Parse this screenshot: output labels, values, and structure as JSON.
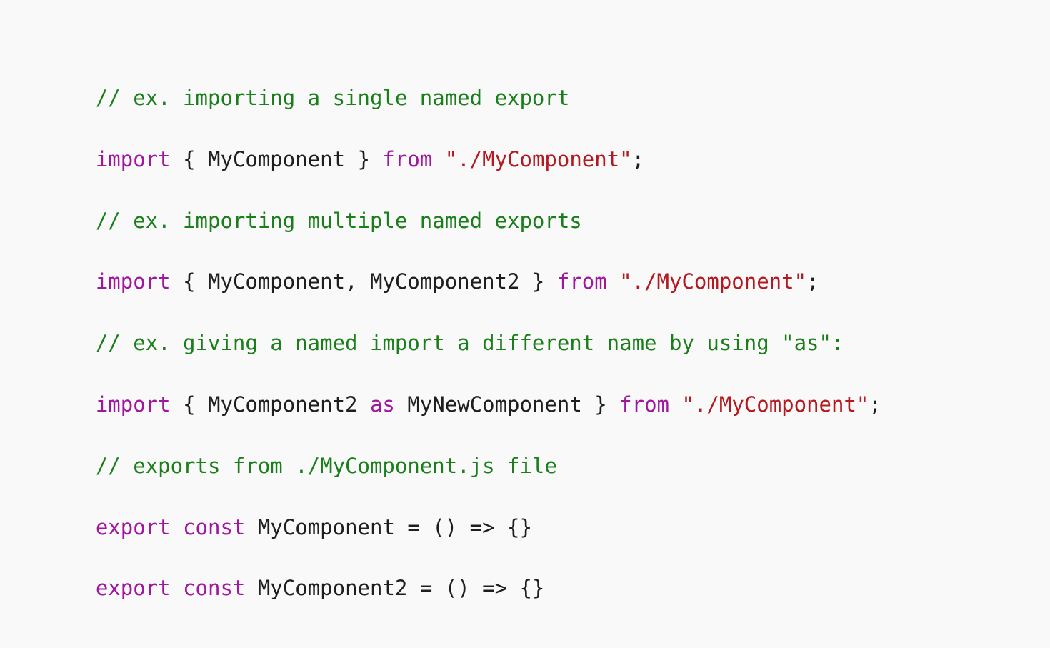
{
  "code": {
    "colors": {
      "comment": "#1a7f1a",
      "keyword": "#a0169e",
      "string": "#b3191f",
      "plain": "#1e1e1e"
    },
    "lines": [
      [
        {
          "t": "comment",
          "v": "// ex. importing a single named export"
        }
      ],
      [
        {
          "t": "keyword",
          "v": "import"
        },
        {
          "t": "plain",
          "v": " { MyComponent } "
        },
        {
          "t": "keyword",
          "v": "from"
        },
        {
          "t": "plain",
          "v": " "
        },
        {
          "t": "string",
          "v": "\"./MyComponent\""
        },
        {
          "t": "plain",
          "v": ";"
        }
      ],
      [
        {
          "t": "comment",
          "v": "// ex. importing multiple named exports"
        }
      ],
      [
        {
          "t": "keyword",
          "v": "import"
        },
        {
          "t": "plain",
          "v": " { MyComponent, MyComponent2 } "
        },
        {
          "t": "keyword",
          "v": "from"
        },
        {
          "t": "plain",
          "v": " "
        },
        {
          "t": "string",
          "v": "\"./MyComponent\""
        },
        {
          "t": "plain",
          "v": ";"
        }
      ],
      [
        {
          "t": "comment",
          "v": "// ex. giving a named import a different name by using \"as\":"
        }
      ],
      [
        {
          "t": "keyword",
          "v": "import"
        },
        {
          "t": "plain",
          "v": " { MyComponent2 "
        },
        {
          "t": "keyword",
          "v": "as"
        },
        {
          "t": "plain",
          "v": " MyNewComponent } "
        },
        {
          "t": "keyword",
          "v": "from"
        },
        {
          "t": "plain",
          "v": " "
        },
        {
          "t": "string",
          "v": "\"./MyComponent\""
        },
        {
          "t": "plain",
          "v": ";"
        }
      ],
      [
        {
          "t": "comment",
          "v": "// exports from ./MyComponent.js file"
        }
      ],
      [
        {
          "t": "keyword",
          "v": "export"
        },
        {
          "t": "plain",
          "v": " "
        },
        {
          "t": "keyword",
          "v": "const"
        },
        {
          "t": "plain",
          "v": " MyComponent = () => {}"
        }
      ],
      [
        {
          "t": "keyword",
          "v": "export"
        },
        {
          "t": "plain",
          "v": " "
        },
        {
          "t": "keyword",
          "v": "const"
        },
        {
          "t": "plain",
          "v": " MyComponent2 = () => {}"
        }
      ]
    ]
  }
}
